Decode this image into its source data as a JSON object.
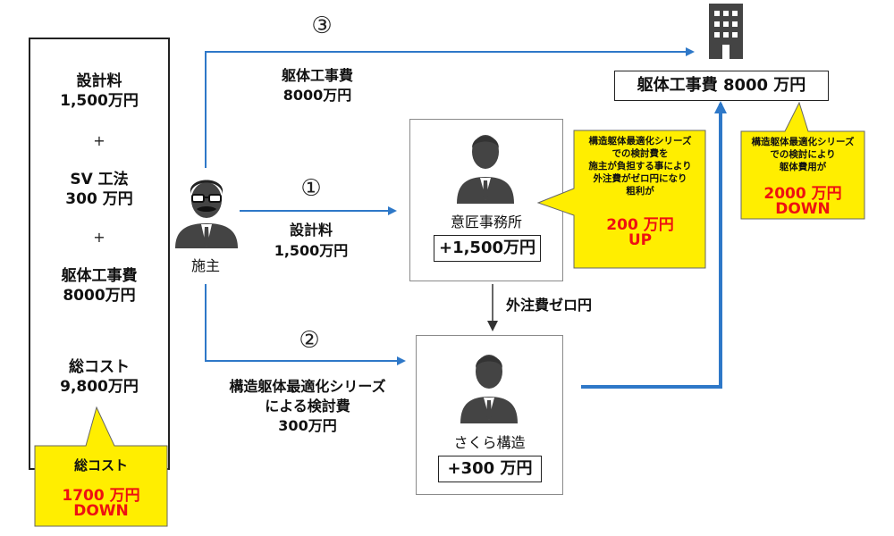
{
  "cost_box": {
    "design_fee_label": "設計料",
    "design_fee_value": "1,500万円",
    "plus_1": "+",
    "sv_label": "SV 工法",
    "sv_value": "300 万円",
    "plus_2": "+",
    "body_label": "躯体工事費",
    "body_value": "8000万円",
    "total_label": "総コスト",
    "total_value": "9,800万円"
  },
  "total_callout": {
    "label": "総コスト",
    "amount": "1700 万円",
    "down": "DOWN"
  },
  "client": {
    "label": "施主"
  },
  "flows": {
    "flow3_marker": "③",
    "flow3_label_1": "躯体工事費",
    "flow3_label_2": "8000万円",
    "flow1_marker": "①",
    "flow1_label_1": "設計料",
    "flow1_label_2": "1,500万円",
    "flow2_marker": "②",
    "flow2_label_1": "構造躯体最適化シリーズ",
    "flow2_label_2": "による検討費",
    "flow2_label_3": "300万円",
    "outsourcing_label": "外注費ゼロ円"
  },
  "design_office": {
    "name": "意匠事務所",
    "value": "+1,500万円"
  },
  "design_callout": {
    "line1": "構造躯体最適化シリーズ",
    "line2": "での検討費を",
    "line3": "施主が負担する事により",
    "line4": "外注費がゼロ円になり",
    "line5": "粗利が",
    "amount": "200 万円",
    "up": "UP"
  },
  "sakura": {
    "name": "さくら構造",
    "value": "+300 万円"
  },
  "building": {
    "label": "躯体工事費 8000 万円"
  },
  "building_callout": {
    "line1": "構造躯体最適化シリーズ",
    "line2": "での検討により",
    "line3": "躯体費用が",
    "amount": "2000 万円",
    "down": "DOWN"
  },
  "colors": {
    "arrow_blue": "#2e78c8",
    "callout_yellow": "#ffee00",
    "highlight_red": "#ee1111"
  },
  "icons": [
    "building-icon",
    "client-person-icon",
    "design-office-person-icon",
    "sakura-person-icon"
  ]
}
